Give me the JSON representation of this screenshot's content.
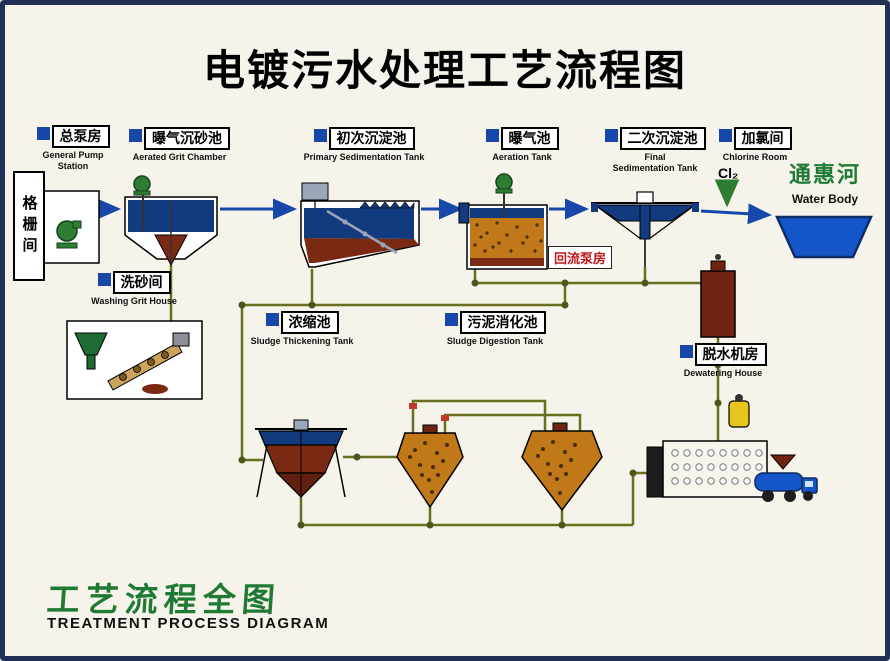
{
  "title": "电镀污水处理工艺流程图",
  "stations": [
    {
      "zh": "总泵房",
      "en": "General Pump Station"
    },
    {
      "zh": "曝气沉砂池",
      "en": "Aerated Grit Chamber"
    },
    {
      "zh": "初次沉淀池",
      "en": "Primary Sedimentation Tank"
    },
    {
      "zh": "曝气池",
      "en": "Aeration Tank"
    },
    {
      "zh": "二次沉淀池",
      "en": "Final Sedimentation Tank"
    },
    {
      "zh": "加氯间",
      "en": "Chlorine Room",
      "chem": "Cl₂"
    },
    {
      "zh": "通惠河",
      "en": "Water Body"
    }
  ],
  "units": {
    "screen_room": {
      "zh": "格栅间"
    },
    "washing": {
      "zh": "洗砂间",
      "en": "Washing Grit House"
    },
    "return_pump": {
      "zh": "回流泵房"
    },
    "thickening": {
      "zh": "浓缩池",
      "en": "Sludge Thickening Tank"
    },
    "digestion": {
      "zh": "污泥消化池",
      "en": "Sludge Digestion Tank"
    },
    "dewatering": {
      "zh": "脱水机房",
      "en": "Dewatering House"
    }
  },
  "footer": {
    "logo": "工艺流程全图",
    "subtitle": "TREATMENT PROCESS DIAGRAM"
  },
  "colors": {
    "water_dark": "#123a7e",
    "water_bright": "#1456c8",
    "sludge_brown": "#7a2a12",
    "mixed_liquor_amber": "#c07818",
    "pipe_olive": "#6b6e1f",
    "pump_green": "#2e7d32",
    "label_blue": "#1747a8",
    "river_green": "#1f7a33",
    "return_red": "#c01818"
  }
}
